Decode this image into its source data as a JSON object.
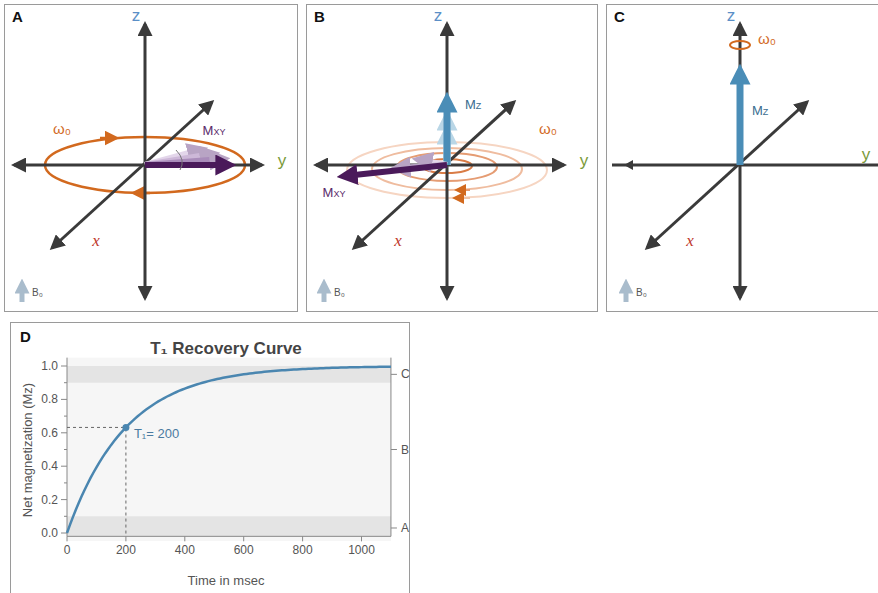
{
  "diagram": {
    "labels": [
      "A",
      "z",
      "y",
      "x",
      "ω₀",
      "MXY",
      "B₀",
      "B",
      "z",
      "y",
      "x",
      "MZ",
      "MXY",
      "ω₀",
      "B₀",
      "C",
      "z",
      "y",
      "x",
      "ω₀",
      "MZ",
      "B₀",
      "D",
      "T₁ Recovery Curve",
      "Net magnetization (Mz)",
      "0.0",
      "0.2",
      "0.4",
      "0.6",
      "0.8",
      "1.0",
      "0",
      "200",
      "400",
      "600",
      "800",
      "1000",
      "Time in msec",
      "T₁= 200",
      "C",
      "B",
      "A"
    ]
  }
}
